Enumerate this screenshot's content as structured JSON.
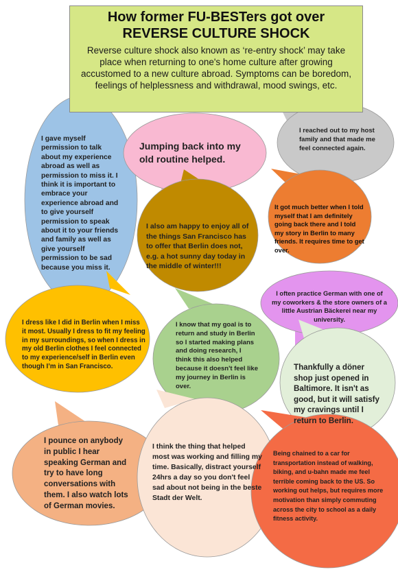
{
  "header": {
    "title_line1": "How  former FU-BESTers got over",
    "title_line2": "REVERSE CULTURE SHOCK",
    "subtitle": "Reverse culture shock also known as ‘re-entry shock’ may take place when returning to one's home culture after growing accustomed to a new culture abroad. Symptoms can be boredom, feelings of helplessness and withdrawal, mood swings, etc."
  },
  "colors": {
    "header": "#d6e786",
    "blue": "#9dc3e6",
    "pink": "#f9b9d2",
    "gray": "#c9c9c9",
    "brown": "#c08a00",
    "orange": "#ed7d31",
    "purple": "#e394ee",
    "yellow": "#ffc000",
    "green": "#a9d18e",
    "pale_green": "#e2efd9",
    "peach": "#f4b183",
    "cream": "#fbe5d6",
    "red_orange": "#f46b45"
  },
  "bubbles": [
    {
      "id": "permission",
      "text": "I gave myself permission to talk about my experience abroad as well as permission to miss it. I think it is important to embrace your experience abroad and to give yourself permission to speak about it to your friends and family as well as give yourself permission to be sad because you miss it."
    },
    {
      "id": "routine",
      "text": "Jumping back into my old routine helped."
    },
    {
      "id": "host-family",
      "text": "I reached out to my host family and that made me feel connected again."
    },
    {
      "id": "san-francisco",
      "text": "I also am happy to enjoy all of the things San Francisco has to offer that Berlin does not, e.g. a hot sunny day today in the middle of winter!!!"
    },
    {
      "id": "going-back",
      "text": "It got much better when I told myself that I am definitely going back there and I told my story in Berlin to many friends. It requires time to get over."
    },
    {
      "id": "practice-german",
      "text": "I often practice German with one of my coworkers & the store owners of a little Austrian Bäckerei near my university."
    },
    {
      "id": "dress",
      "text": "I dress like I did in Berlin when I miss it most. Usually I dress to fit my feeling in my surroundings, so when I dress in my old Berlin clothes I feel connected to my experience/self in Berlin even though I’m in San Francisco."
    },
    {
      "id": "goal",
      "text": "I know that my goal is to return and study in Berlin so I started making plans and doing research, I think this also helped because it doesn't feel like my journey in Berlin is over."
    },
    {
      "id": "doner",
      "text": "Thankfully a döner shop just opened in Baltimore. It isn't as good, but it will satisfy my cravings until I return to Berlin."
    },
    {
      "id": "pounce",
      "text": "I pounce on anybody in public I hear speaking German and try to have long conversations with them. I also watch lots of German movies."
    },
    {
      "id": "working",
      "text": "I think the thing that helped most was working and filling my time. Basically, distract yourself 24hrs a day so you don't feel sad about not being in the beste Stadt der Welt."
    },
    {
      "id": "car",
      "text": "Being chained to a car for transportation  instead of walking, biking, and u-bahn made me feel terrible coming back to the US. So working out helps, but requires more motivation than simply commuting across the city to school as a daily fitness activity."
    }
  ]
}
